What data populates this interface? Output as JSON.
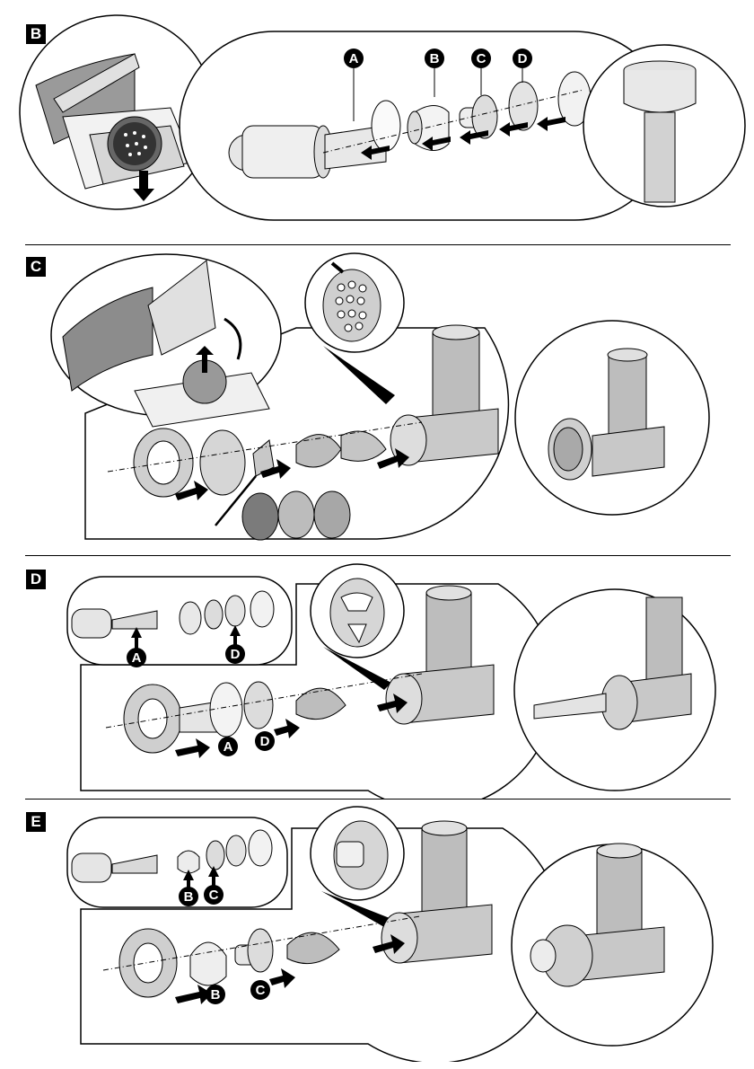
{
  "sections": [
    {
      "label": "B",
      "callouts": [
        "A",
        "B",
        "C",
        "D"
      ]
    },
    {
      "label": "C",
      "callouts": []
    },
    {
      "label": "D",
      "callouts": [
        "A",
        "D",
        "A",
        "D"
      ]
    },
    {
      "label": "E",
      "callouts": [
        "B",
        "C",
        "B",
        "C"
      ]
    }
  ],
  "colors": {
    "ink": "#000000",
    "metal": "#b9b9b9",
    "metal_light": "#e2e2e2",
    "metal_dark": "#7a7a7a",
    "paper": "#ffffff"
  },
  "icons": [
    "arrow-icon",
    "grinder-housing-icon",
    "auger-icon",
    "cutting-disc-icon",
    "ring-nut-icon",
    "funnel-icon",
    "plunger-icon"
  ]
}
